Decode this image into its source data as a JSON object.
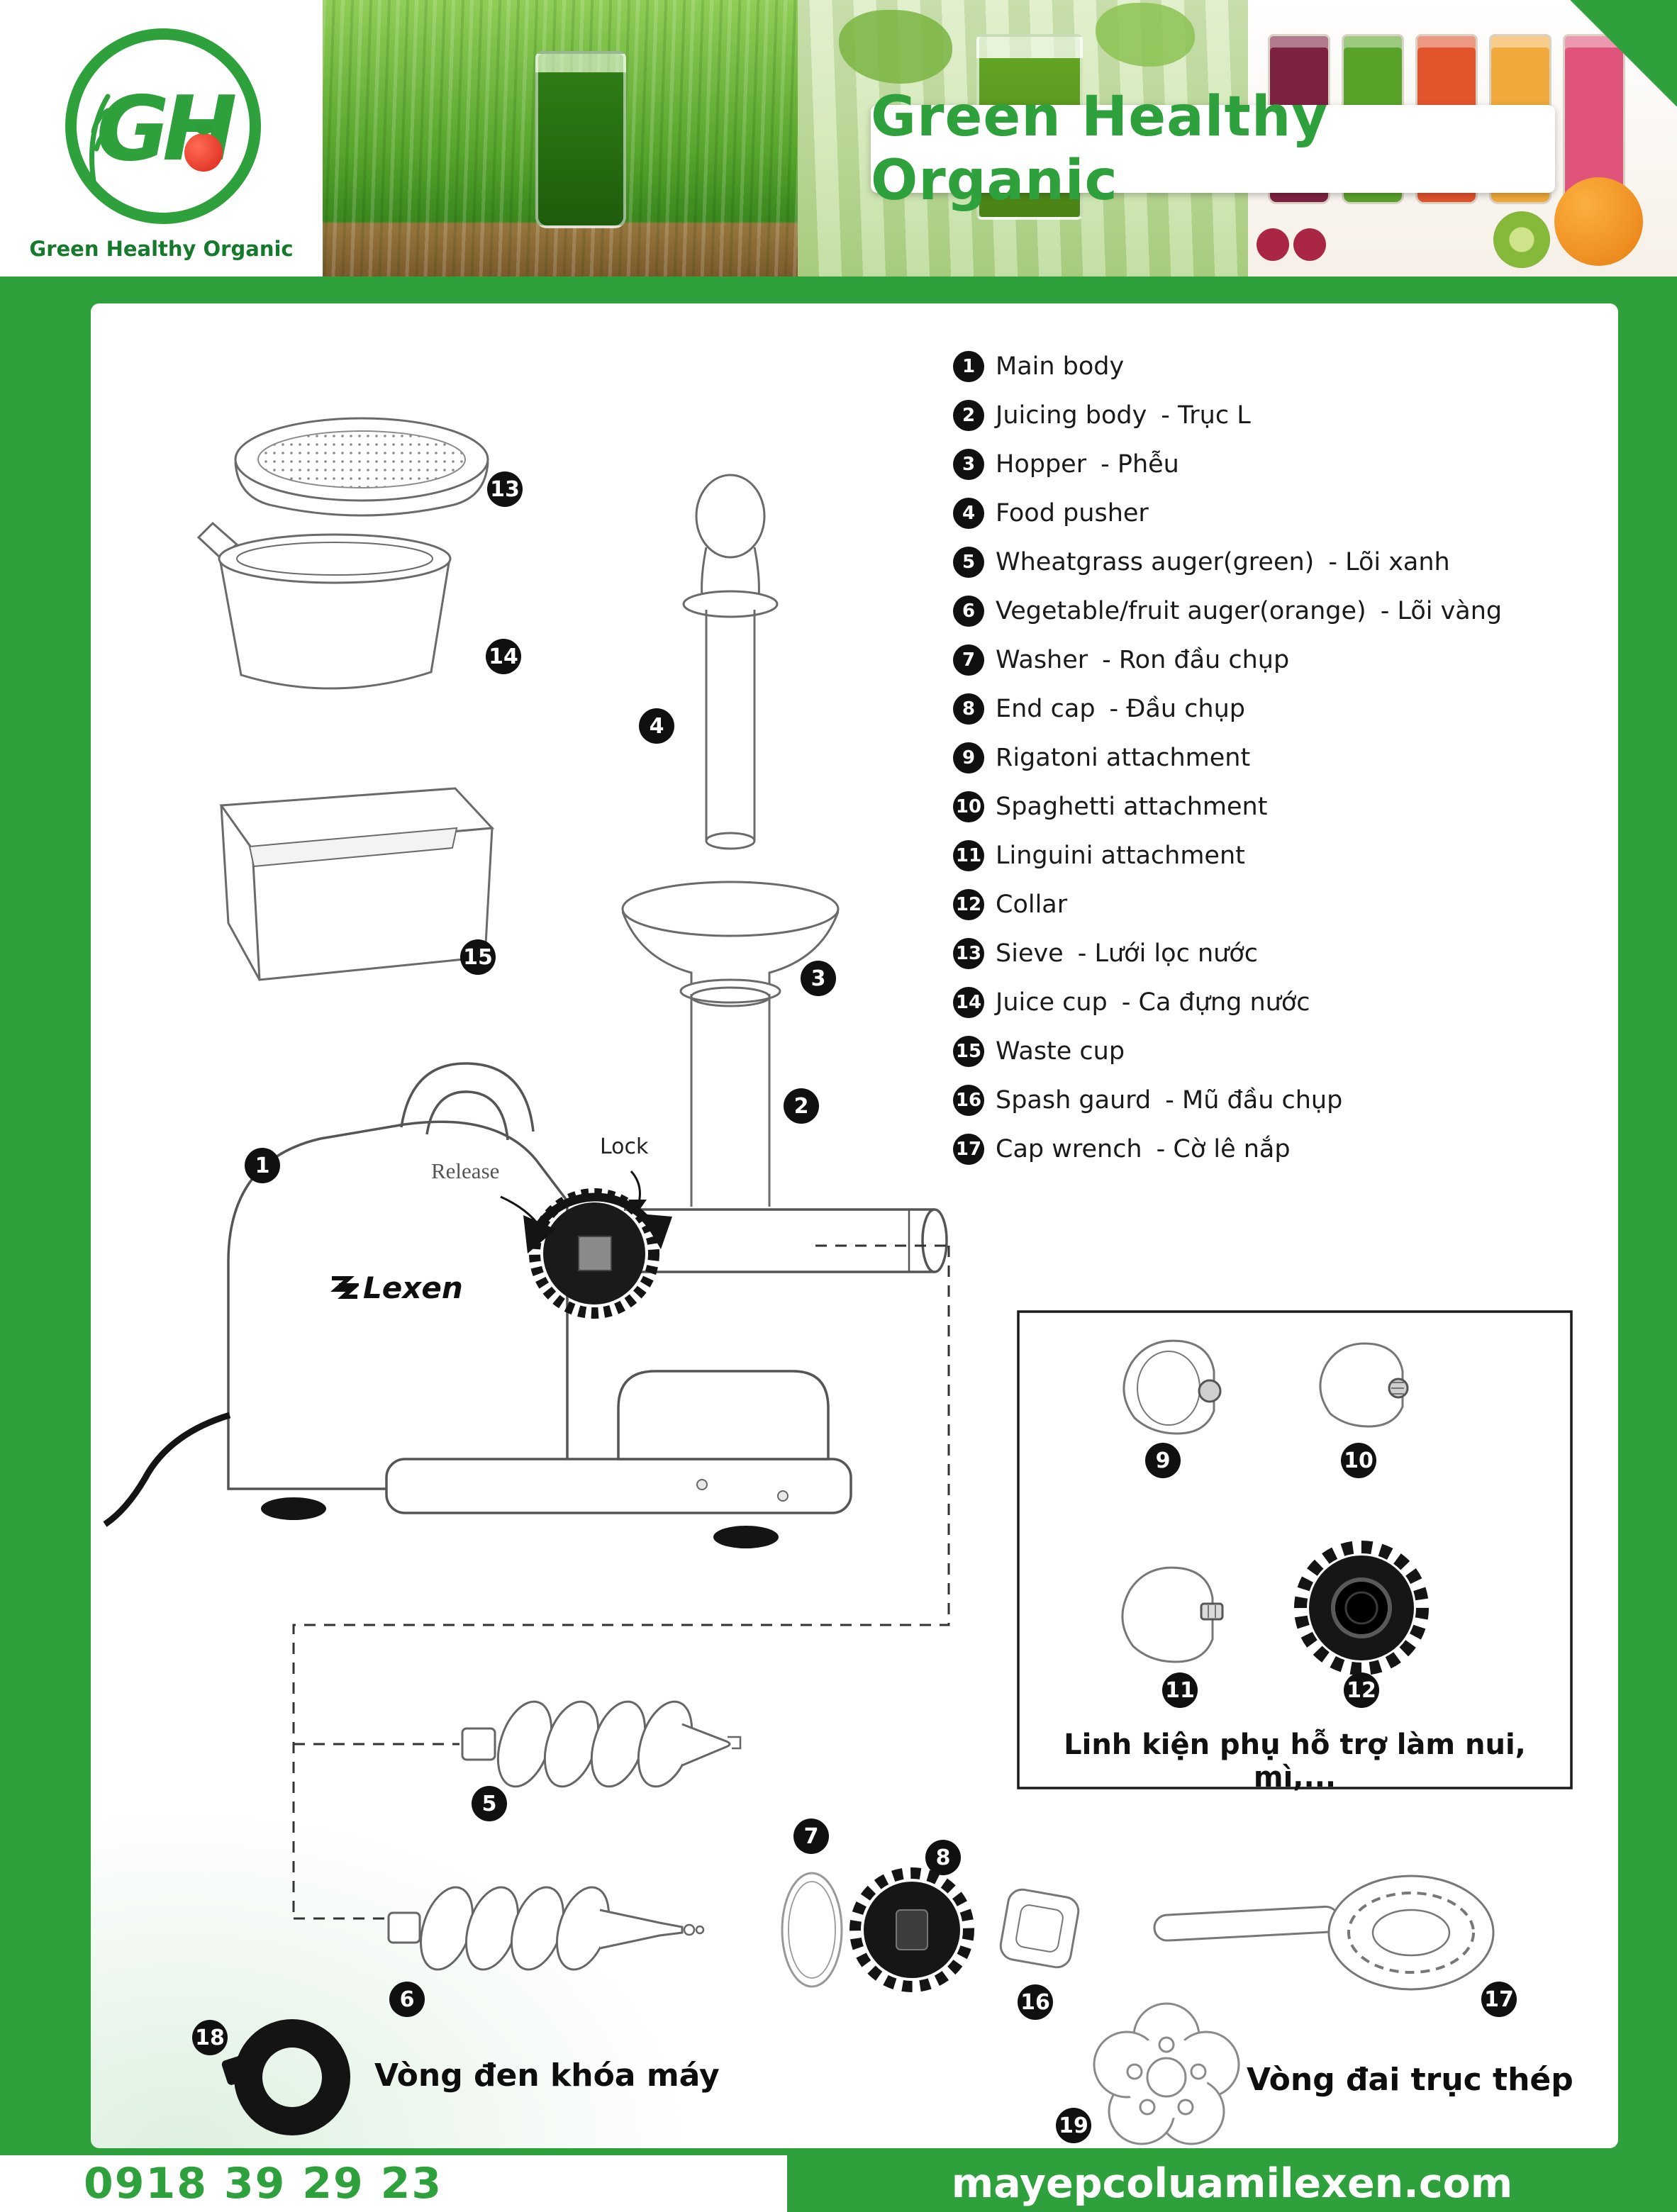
{
  "header": {
    "logo": {
      "monogram": "GH",
      "brand_name": "Green Healthy Organic"
    },
    "title": "Green Healthy Organic"
  },
  "parts_list": {
    "items": [
      {
        "num": "1",
        "en": "Main body",
        "vi": ""
      },
      {
        "num": "2",
        "en": "Juicing body",
        "vi": "- Trục L"
      },
      {
        "num": "3",
        "en": "Hopper",
        "vi": "- Phễu"
      },
      {
        "num": "4",
        "en": "Food pusher",
        "vi": ""
      },
      {
        "num": "5",
        "en": "Wheatgrass auger(green)",
        "vi": "- Lõi xanh"
      },
      {
        "num": "6",
        "en": "Vegetable/fruit auger(orange)",
        "vi": "- Lõi vàng"
      },
      {
        "num": "7",
        "en": "Washer",
        "vi": "- Ron đầu chụp"
      },
      {
        "num": "8",
        "en": "End cap",
        "vi": "- Đầu chụp"
      },
      {
        "num": "9",
        "en": "Rigatoni attachment",
        "vi": ""
      },
      {
        "num": "10",
        "en": "Spaghetti attachment",
        "vi": ""
      },
      {
        "num": "11",
        "en": "Linguini attachment",
        "vi": ""
      },
      {
        "num": "12",
        "en": "Collar",
        "vi": ""
      },
      {
        "num": "13",
        "en": "Sieve",
        "vi": "- Lưới lọc nước"
      },
      {
        "num": "14",
        "en": "Juice cup",
        "vi": "- Ca đựng nước"
      },
      {
        "num": "15",
        "en": "Waste cup",
        "vi": ""
      },
      {
        "num": "16",
        "en": "Spash gaurd",
        "vi": "- Mũ đầu chụp"
      },
      {
        "num": "17",
        "en": "Cap wrench",
        "vi": "- Cờ lê nắp"
      }
    ]
  },
  "diagram": {
    "machine_brand": "Lexen",
    "lock_label": "Lock",
    "release_label": "Release",
    "inset_caption": "Linh kiện phụ hỗ trợ làm nui, mì,...",
    "labels": {
      "l1": "1",
      "l2": "2",
      "l3": "3",
      "l4": "4",
      "l5": "5",
      "l6": "6",
      "l7": "7",
      "l8": "8",
      "l9": "9",
      "l10": "10",
      "l11": "11",
      "l12": "12",
      "l13": "13",
      "l14": "14",
      "l15": "15",
      "l16": "16",
      "l17": "17",
      "l18": "18",
      "l19": "19"
    },
    "bottom_items": [
      {
        "label": "Vòng đen khóa máy"
      },
      {
        "label": "Vòng đai trục thép"
      }
    ]
  },
  "footer": {
    "phone": "0918 39 29 23",
    "website": "mayepcoluamilexen.com"
  },
  "colors": {
    "brand_green": "#2ea13c",
    "dark_green": "#1f8a33",
    "text_dark": "#141414"
  }
}
